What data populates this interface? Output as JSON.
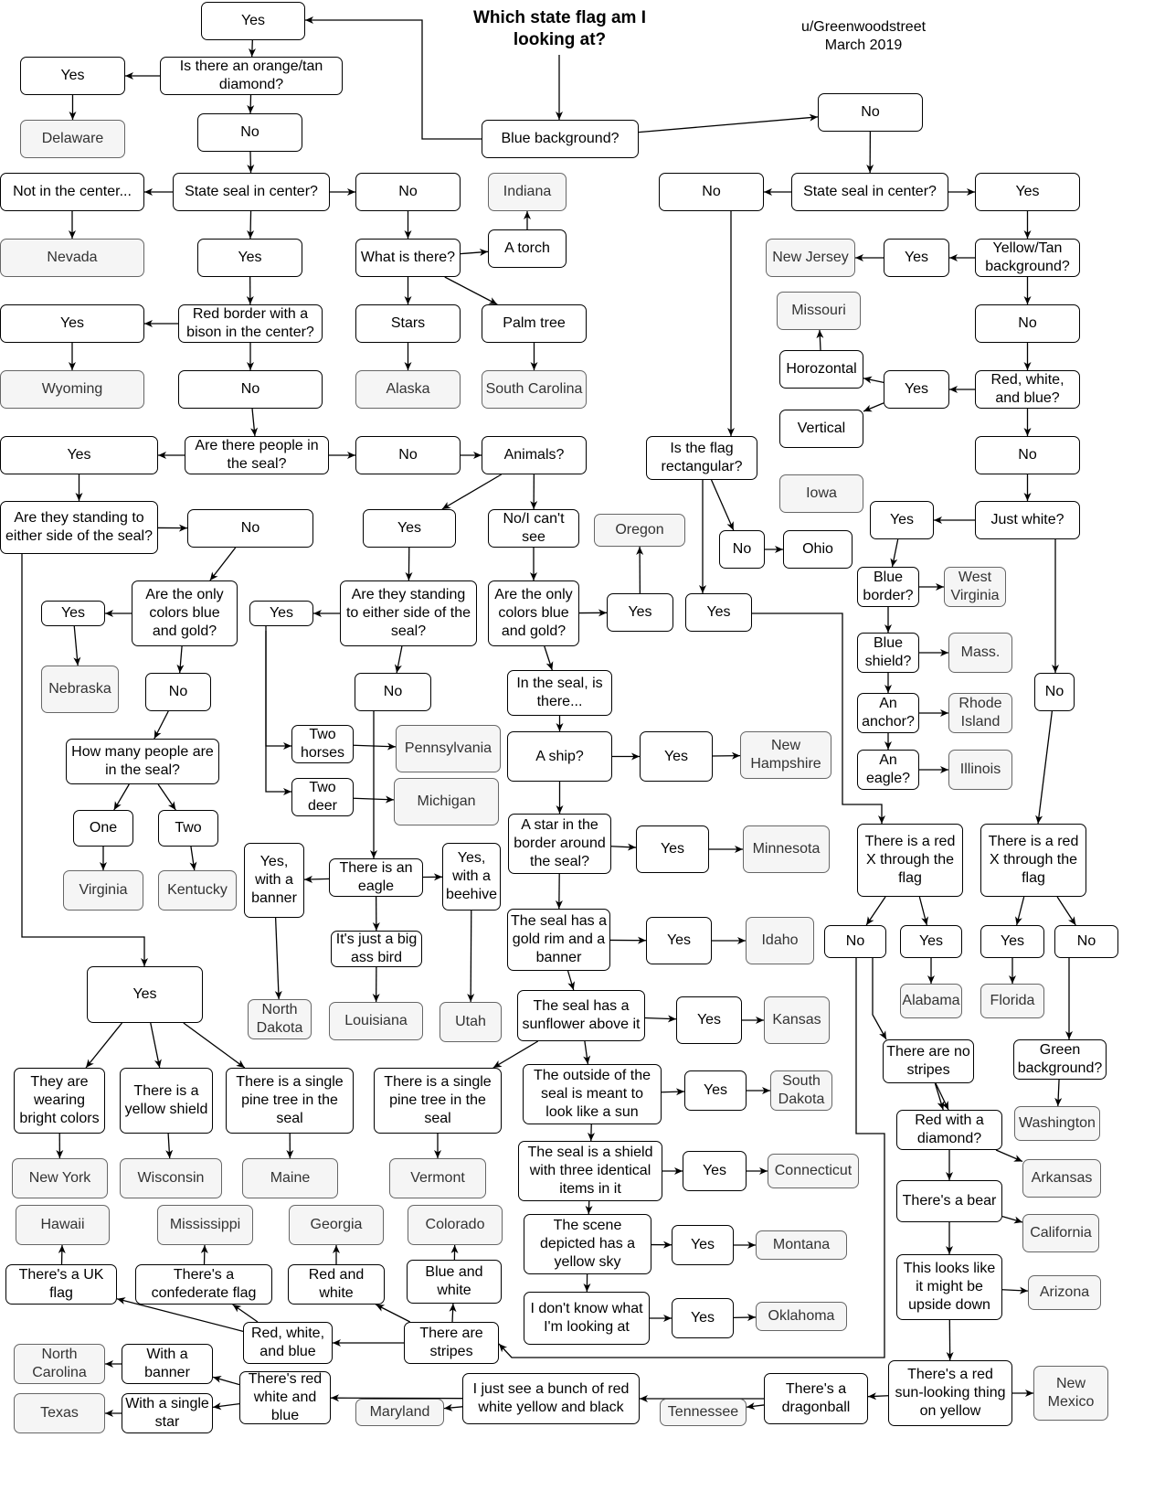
{
  "title": "Which state flag am I looking at?",
  "credit": {
    "author": "u/Greenwoodstreet",
    "date": "March 2019"
  },
  "colors": {
    "decision_border": "#000000",
    "answer_fill": "#f5f5f5",
    "answer_border": "#666666"
  },
  "nodes": {
    "n1": "Yes",
    "n2": "Yes",
    "n3": "Is there an orange/tan diamond?",
    "n4": "Delaware",
    "n5": "No",
    "n6": "Blue background?",
    "n7": "No",
    "n8": "Not in the center...",
    "n9": "State seal in center?",
    "n10": "No",
    "n11": "Indiana",
    "n12": "No",
    "n13": "State seal in center?",
    "n14": "Yes",
    "n15": "Nevada",
    "n16": "Yes",
    "n17": "What is there?",
    "n18": "A torch",
    "n19": "New Jersey",
    "n20": "Yes",
    "n21": "Yellow/Tan background?",
    "n22": "Yes",
    "n23": "Red border with a bison in the center?",
    "n24": "Stars",
    "n25": "Palm tree",
    "n26": "Missouri",
    "n27": "No",
    "n28": "Wyoming",
    "n29": "No",
    "n30": "Alaska",
    "n31": "South Carolina",
    "n32": "Horozontal",
    "n33": "Yes",
    "n34": "Red, white, and blue?",
    "n35": "Vertical",
    "n36": "Yes",
    "n37": "Are there people in the seal?",
    "n38": "No",
    "n39": "Animals?",
    "n40": "Is the flag rectangular?",
    "n41": "No",
    "n42": "Iowa",
    "n43": "Are they standing to either side of the seal?",
    "n44": "No",
    "n45": "Yes",
    "n46": "No/I can't see",
    "n47": "Oregon",
    "n48": "Yes",
    "n49": "Just white?",
    "n50": "No",
    "n51": "Ohio",
    "n52": "Are the only colors blue and gold?",
    "n53": "Yes",
    "n54": "Yes",
    "n55": "Are they standing to either side of the seal?",
    "n56": "Are the only colors blue and gold?",
    "n57": "Yes",
    "n58": "Yes",
    "n59": "Blue border?",
    "n60": "West Virginia",
    "n61": "Nebraska",
    "n62": "No",
    "n63": "No",
    "n64": "In the seal, is there...",
    "n65": "Blue shield?",
    "n66": "Mass.",
    "n67": "No",
    "n68": "An anchor?",
    "n69": "Rhode Island",
    "n70": "How many people are in the seal?",
    "n71": "Two horses",
    "n72": "Pennsylvania",
    "n73": "A ship?",
    "n74": "Yes",
    "n75": "New Hampshire",
    "n76": "An eagle?",
    "n77": "Illinois",
    "n78": "Two deer",
    "n79": "Michigan",
    "n80": "One",
    "n81": "Two",
    "n82": "A star in the border around the seal?",
    "n83": "Yes",
    "n84": "Minnesota",
    "n85": "There is a red X through the flag",
    "n86": "There is a red X through the flag",
    "n87": "Yes, with a banner",
    "n88": "There is an eagle",
    "n89": "Yes, with a beehive",
    "n90": "Virginia",
    "n91": "Kentucky",
    "n92": "The seal has a gold rim and a banner",
    "n93": "Yes",
    "n94": "Idaho",
    "n95": "No",
    "n96": "Yes",
    "n97": "Yes",
    "n98": "No",
    "n99": "It's just a big ass bird",
    "n100": "Yes",
    "n101": "Alabama",
    "n102": "Florida",
    "n103": "North Dakota",
    "n104": "Louisiana",
    "n105": "Utah",
    "n106": "The seal has a sunflower above it",
    "n107": "Yes",
    "n108": "Kansas",
    "n109": "There are no stripes",
    "n110": "Green background?",
    "n111": "They are wearing bright colors",
    "n112": "There is a yellow shield",
    "n113": "There is a single pine tree in the seal",
    "n114": "There is a single pine tree in the seal",
    "n115": "The outside of the seal is meant to look like a sun",
    "n116": "Yes",
    "n117": "South Dakota",
    "n118": "Washington",
    "n119": "Red with a diamond?",
    "n120": "New York",
    "n121": "Wisconsin",
    "n122": "Maine",
    "n123": "Vermont",
    "n124": "The seal is a shield with three identical items in it",
    "n125": "Yes",
    "n126": "Connecticut",
    "n127": "Arkansas",
    "n128": "There's a bear",
    "n129": "Hawaii",
    "n130": "Mississippi",
    "n131": "Georgia",
    "n132": "Colorado",
    "n133": "The scene depicted has a yellow sky",
    "n134": "Yes",
    "n135": "Montana",
    "n136": "California",
    "n137": "This looks like it might be upside down",
    "n138": "Arizona",
    "n139": "There's a UK flag",
    "n140": "There's a confederate flag",
    "n141": "Red and white",
    "n142": "Blue and white",
    "n143": "I don't know what I'm looking at",
    "n144": "Yes",
    "n145": "Oklahoma",
    "n146": "Red, white, and blue",
    "n147": "There are stripes",
    "n148": "North Carolina",
    "n149": "With a banner",
    "n150": "There's red white and blue",
    "n151": "I just see a bunch of red white yellow and black",
    "n152": "There's a dragonball",
    "n153": "There's a red sun-looking thing on yellow",
    "n154": "New Mexico",
    "n155": "Maryland",
    "n156": "Tennessee",
    "n157": "Texas",
    "n158": "With a single star"
  }
}
